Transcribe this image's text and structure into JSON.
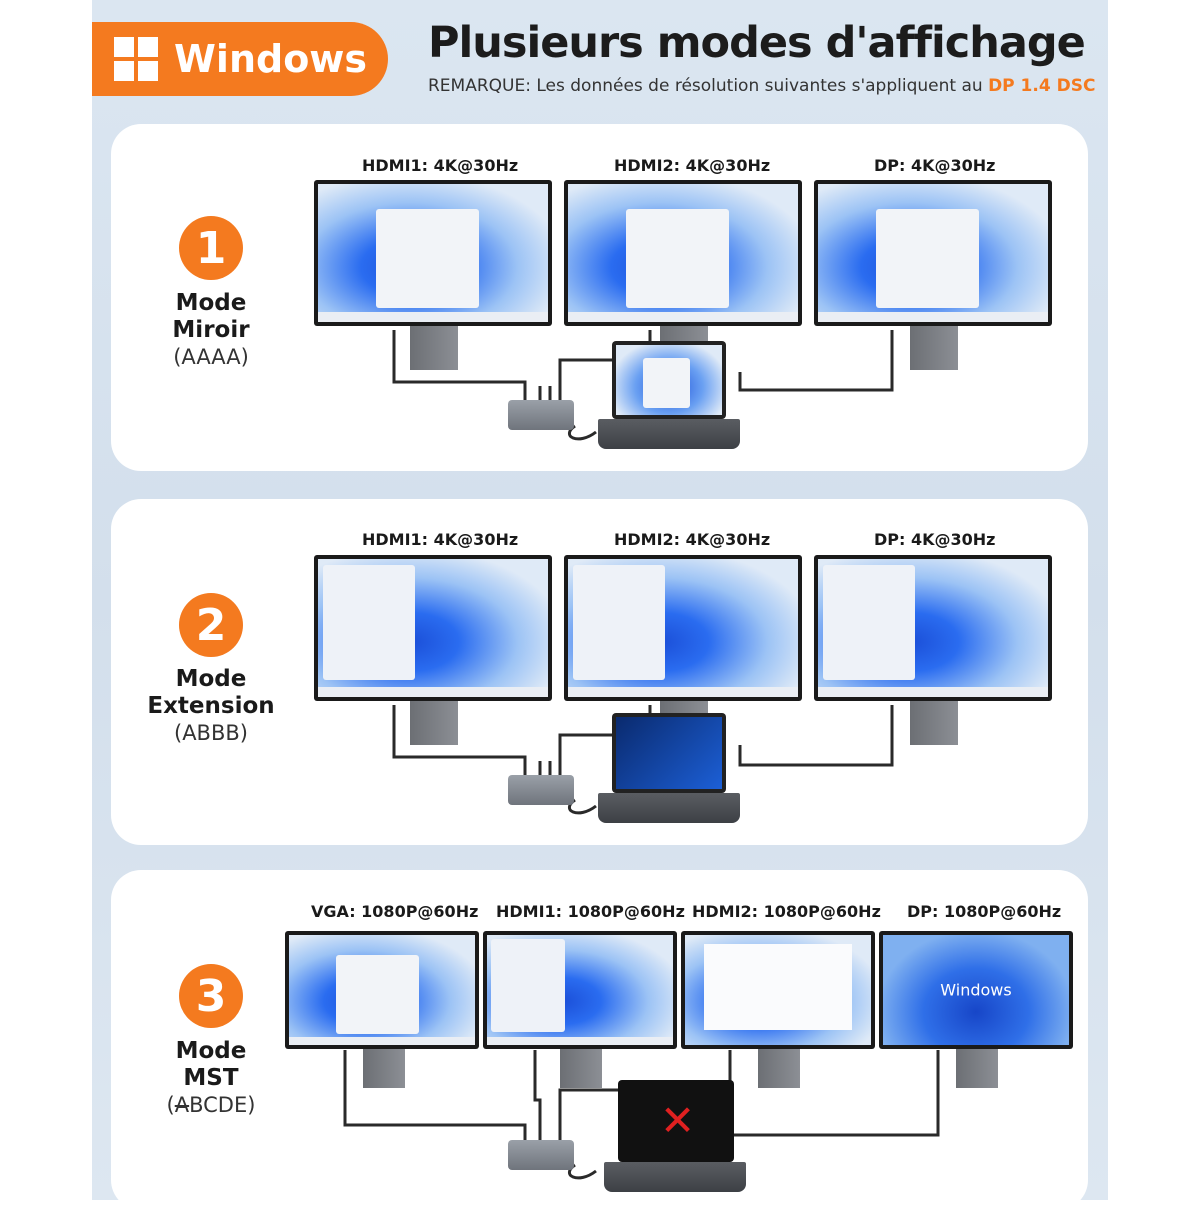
{
  "header": {
    "badge_label": "Windows",
    "title": "Plusieurs modes d'affichage",
    "remark_prefix": "REMARQUE: Les données de résolution suivantes s'appliquent au ",
    "remark_highlight": "DP 1.4 DSC",
    "accent_color": "#f47a1f"
  },
  "modes": [
    {
      "number": "1",
      "name_line1": "Mode",
      "name_line2": "Miroir",
      "code": "(AAAA)",
      "ports": [
        "HDMI1: 4K@30Hz",
        "HDMI2: 4K@30Hz",
        "DP: 4K@30Hz"
      ]
    },
    {
      "number": "2",
      "name_line1": "Mode",
      "name_line2": "Extension",
      "code": "(ABBB)",
      "ports": [
        "HDMI1: 4K@30Hz",
        "HDMI2: 4K@30Hz",
        "DP: 4K@30Hz"
      ]
    },
    {
      "number": "3",
      "name_line1": "Mode",
      "name_line2": "MST",
      "code_open": "(",
      "code_struck": "A",
      "code_rest": "BCDE)",
      "ports": [
        "VGA: 1080P@60Hz",
        "HDMI1: 1080P@60Hz",
        "HDMI2: 1080P@60Hz",
        "DP: 1080P@60Hz"
      ],
      "dp_screen_text": "Windows",
      "laptop_symbol": "✕"
    }
  ]
}
